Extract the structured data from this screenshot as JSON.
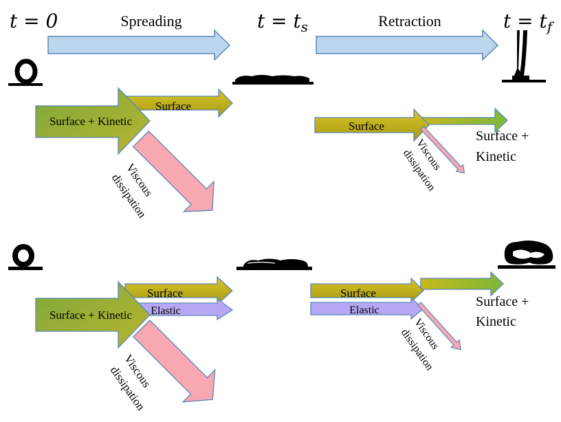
{
  "timeline": {
    "t0": "t = 0",
    "ts_base": "t = t",
    "ts_sub": "s",
    "tf_base": "t = t",
    "tf_sub": "f",
    "stage1": "Spreading",
    "stage2": "Retraction"
  },
  "top_case": {
    "source": "Surface + Kinetic",
    "spread_surface": "Surface",
    "spread_viscous_1": "Viscous",
    "spread_viscous_2": "dissipation",
    "retract_surface": "Surface",
    "retract_viscous_1": "Viscous",
    "retract_viscous_2": "dissipation",
    "final_1": "Surface +",
    "final_2": "Kinetic"
  },
  "bottom_case": {
    "source": "Surface + Kinetic",
    "spread_surface": "Surface",
    "spread_elastic": "Elastic",
    "spread_viscous_1": "Viscous",
    "spread_viscous_2": "dissipation",
    "retract_surface": "Surface",
    "retract_elastic": "Elastic",
    "retract_viscous_1": "Viscous",
    "retract_viscous_2": "dissipation",
    "final_1": "Surface +",
    "final_2": "Kinetic"
  },
  "colors": {
    "timeline_arrow": "#bcd6ee",
    "surface_arrow": "#c8b60f",
    "source_arrow": "#98b43a",
    "viscous_arrow": "#f7a8b0",
    "elastic_arrow": "#b6a8f4",
    "final_arrow": "#8cbc32"
  }
}
